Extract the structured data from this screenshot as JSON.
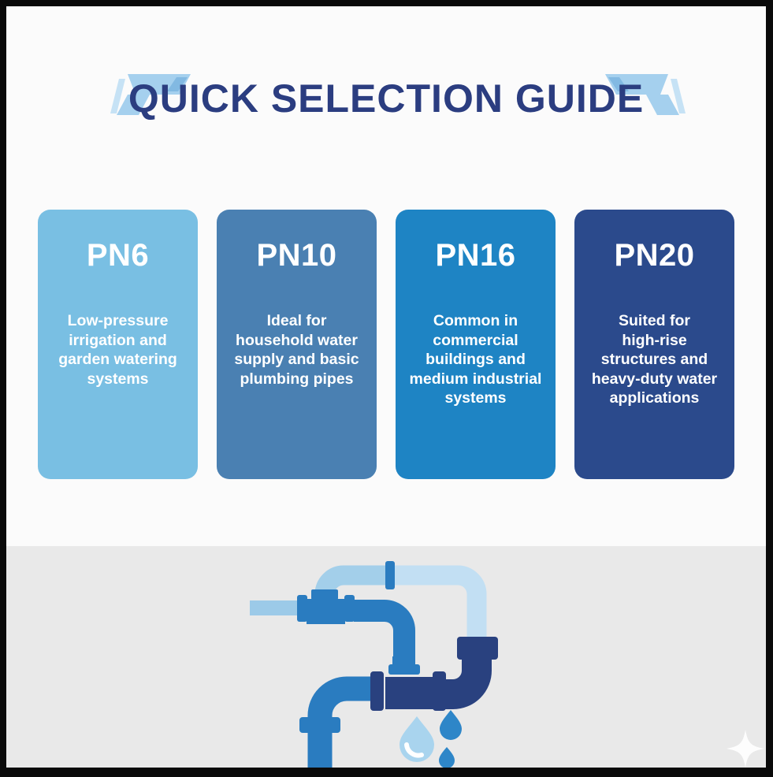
{
  "page": {
    "background": "#FBFBFB",
    "border_color": "#0A0A0A",
    "footer_background": "#E9E9E9"
  },
  "header": {
    "title": "QUICK SELECTION GUIDE",
    "title_color": "#2B3D80",
    "accent_slash_colors": [
      "#C6E2F5",
      "#A5D0EE",
      "#82B9E2"
    ]
  },
  "cards": [
    {
      "label": "PN6",
      "description": "Low-pressure\nirrigation and\ngarden watering\nsystems",
      "color": "#79BFE3"
    },
    {
      "label": "PN10",
      "description": "Ideal for\nhousehold water\nsupply and basic\nplumbing pipes",
      "color": "#4A80B2"
    },
    {
      "label": "PN16",
      "description": "Common in\ncommercial\nbuildings and\nmedium industrial\nsystems",
      "color": "#1E84C4"
    },
    {
      "label": "PN20",
      "description": "Suited for\nhigh-rise\nstructures and\nheavy-duty water\napplications",
      "color": "#2B4A8C"
    }
  ],
  "footer": {
    "illustration": "pipes-with-water-drops",
    "pipe_colors": {
      "light_blue": "#A9D4EE",
      "light_blue_pale": "#C2DFF3",
      "medium_blue": "#2A7CC0",
      "navy": "#29417F"
    },
    "drop_colors": {
      "large": "#A9D4EE",
      "small": "#2E86C8"
    },
    "sparkle_color": "#FFFFFF"
  }
}
